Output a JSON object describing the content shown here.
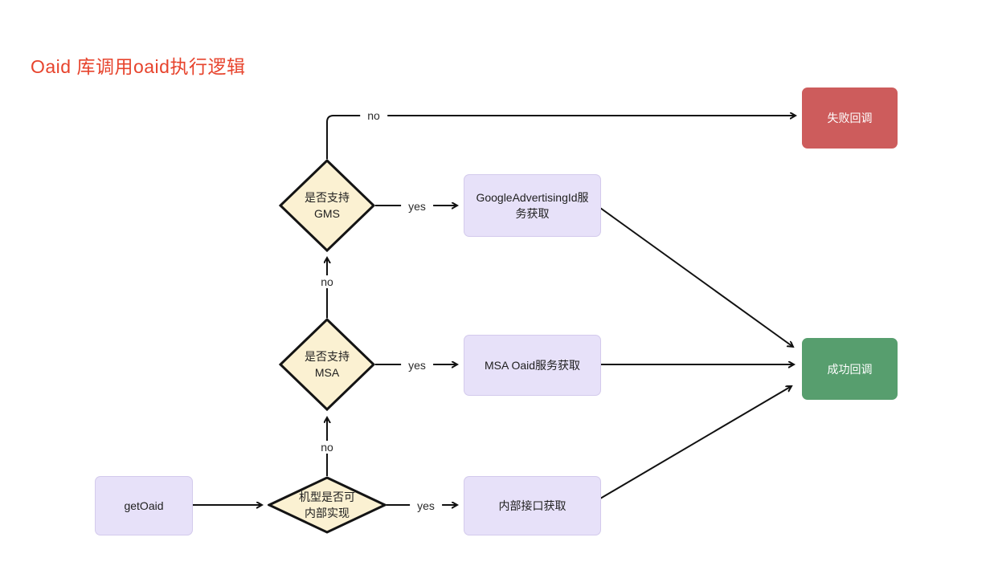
{
  "title": "Oaid 库调用oaid执行逻辑",
  "colors": {
    "title": "#e7432c",
    "process_fill": "#e7e1f9",
    "decision_fill": "#fbf1d2",
    "decision_border": "#141414",
    "failure_fill": "#cd5c5c",
    "success_fill": "#579e6e",
    "terminal_text": "#ffffff",
    "node_text": "#202020",
    "edge_label_text": "#2b2b2b",
    "connector": "#111111",
    "background": "#ffffff"
  },
  "nodes": {
    "get_oaid": {
      "type": "process",
      "label": "getOaid"
    },
    "decision_internal": {
      "type": "decision",
      "lines": [
        "机型是否可",
        "内部实现"
      ]
    },
    "internal_api": {
      "type": "process",
      "label": "内部接口获取"
    },
    "decision_msa": {
      "type": "decision",
      "lines": [
        "是否支持",
        "MSA"
      ]
    },
    "msa_service": {
      "type": "process",
      "label": "MSA Oaid服务获取"
    },
    "decision_gms": {
      "type": "decision",
      "lines": [
        "是否支持",
        "GMS"
      ]
    },
    "google_service": {
      "type": "process",
      "label": "GoogleAdvertisingId服务获取"
    },
    "failure": {
      "type": "terminal",
      "label": "失败回调"
    },
    "success": {
      "type": "terminal",
      "label": "成功回调"
    }
  },
  "edges": [
    {
      "from": "get_oaid",
      "to": "decision_internal",
      "label": ""
    },
    {
      "from": "decision_internal",
      "to": "internal_api",
      "label": "yes"
    },
    {
      "from": "decision_internal",
      "to": "decision_msa",
      "label": "no"
    },
    {
      "from": "decision_msa",
      "to": "msa_service",
      "label": "yes"
    },
    {
      "from": "decision_msa",
      "to": "decision_gms",
      "label": "no"
    },
    {
      "from": "decision_gms",
      "to": "google_service",
      "label": "yes"
    },
    {
      "from": "decision_gms",
      "to": "failure",
      "label": "no"
    },
    {
      "from": "msa_service",
      "to": "success",
      "label": ""
    },
    {
      "from": "google_service",
      "to": "success",
      "label": ""
    },
    {
      "from": "internal_api",
      "to": "success",
      "label": ""
    }
  ]
}
